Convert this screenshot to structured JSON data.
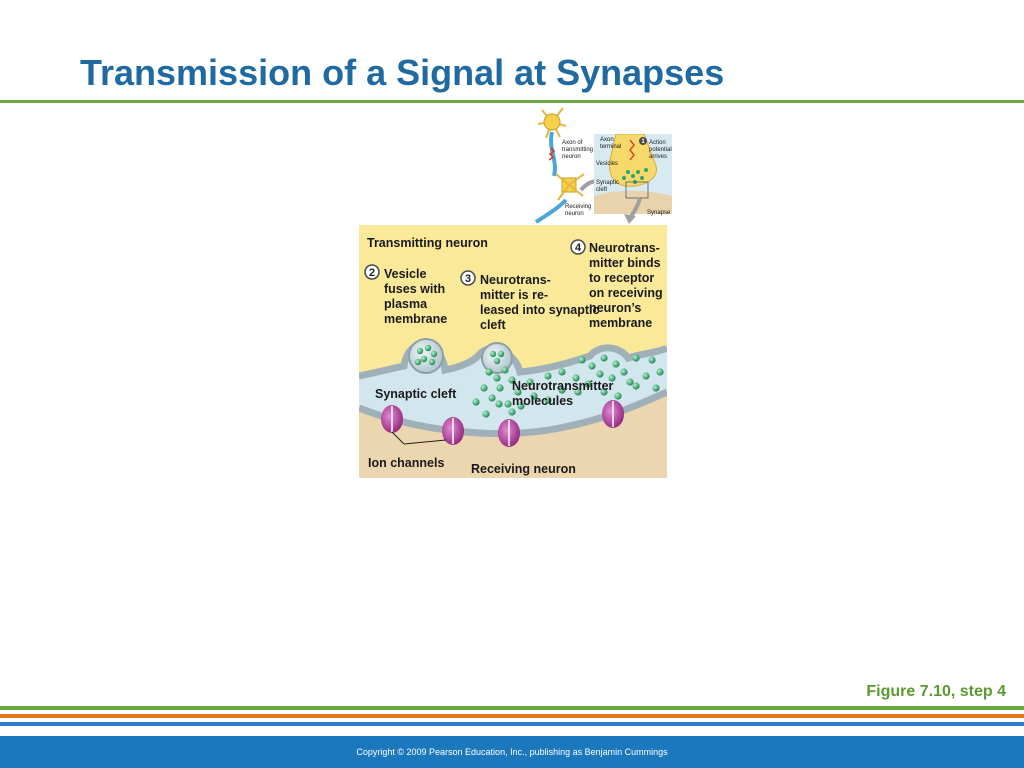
{
  "slide": {
    "title": "Transmission of a Signal at Synapses",
    "figure_label": "Figure 7.10, step 4",
    "copyright": "Copyright © 2009 Pearson Education, Inc., publishing as Benjamin Cummings"
  },
  "overview": {
    "axon_label": "Axon of transmitting neuron",
    "receiving_label": "Receiving neuron",
    "axon_terminal_label": "Axon terminal",
    "vesicles_label": "Vesicles",
    "synaptic_cleft_label": "Synaptic cleft",
    "synapse_label": "Synapse",
    "step1_number": "1",
    "step1_text": "Action potential arrives"
  },
  "main": {
    "transmitting_neuron": "Transmitting neuron",
    "step2_number": "2",
    "step2_text": "Vesicle fuses with plasma membrane",
    "step3_number": "3",
    "step3_text": "Neurotrans- mitter is re- leased into synaptic cleft",
    "step4_number": "4",
    "step4_text": "Neurotrans- mitter binds to receptor on receiving neuron’s membrane",
    "neurotransmitter_molecules": "Neurotransmitter molecules",
    "synaptic_cleft": "Synaptic cleft",
    "ion_channels": "Ion channels",
    "receiving_neuron": "Receiving neuron"
  },
  "colors": {
    "title": "#1f6aa0",
    "transmitting_cytoplasm": "#fbe99a",
    "cleft": "#c9e1ea",
    "receiving_cytoplasm": "#ecd6b0",
    "neurotransmitter": "#2ea46f",
    "ion_channel": "#b23a9e"
  }
}
